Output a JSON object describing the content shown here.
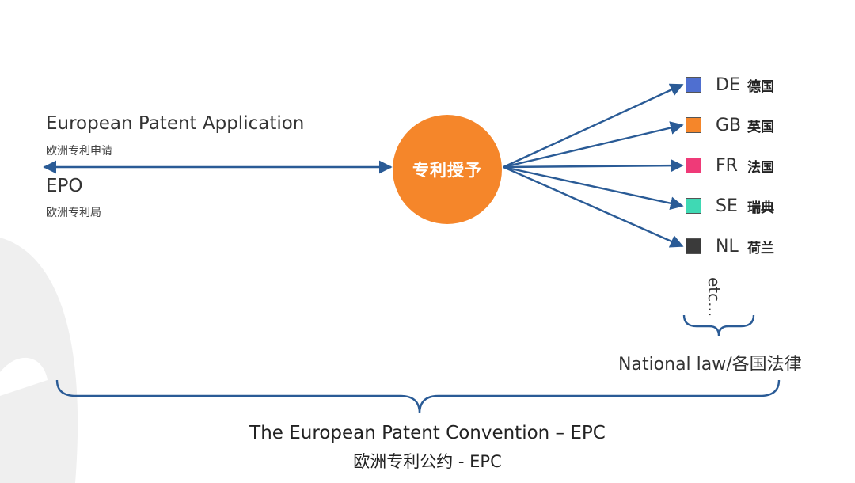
{
  "application": {
    "title": "European Patent Application",
    "subtitle": "欧洲专利申请"
  },
  "office": {
    "title": "EPO",
    "subtitle": "欧洲专利局"
  },
  "grant": {
    "label": "专利授予",
    "color": "#f5862a"
  },
  "countries": [
    {
      "code": "DE",
      "name": "德国",
      "color": "#4f6fd0"
    },
    {
      "code": "GB",
      "name": "英国",
      "color": "#f5862a"
    },
    {
      "code": "FR",
      "name": "法国",
      "color": "#ef3a78"
    },
    {
      "code": "SE",
      "name": "瑞典",
      "color": "#3fd9b4"
    },
    {
      "code": "NL",
      "name": "荷兰",
      "color": "#3a3a3a"
    }
  ],
  "etc_label": "etc...",
  "national_law": "National law/各国法律",
  "convention": {
    "title": "The European Patent Convention – EPC",
    "subtitle": "欧洲专利公约 - EPC"
  },
  "colors": {
    "arrow": "#2a5b96",
    "brace": "#2a5b96",
    "background_shape": "#efefef"
  }
}
